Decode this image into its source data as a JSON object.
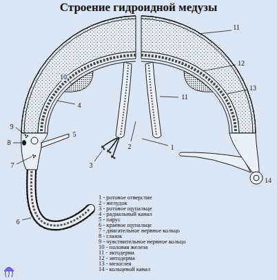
{
  "diagram": {
    "title": "Строение гидроидной медузы",
    "labels": [
      "11",
      "12",
      "10",
      "13",
      "11",
      "4",
      "9",
      "5",
      "8",
      "1",
      "2",
      "7",
      "3",
      "14",
      "6",
      "1 - ротовое отверстие",
      "2 - желудок",
      "3 - ротовое щупальце",
      "4 - радиальный канал",
      "5 - парус",
      "6 - краевое щупальце",
      "7 - двигательное нервное кольцо",
      "8 - глазок",
      "9 - чувствительное нервное кольцо",
      "10 - половая железа",
      "11 - эктодерма",
      "12 - энтодерма",
      "13 - мезоглея",
      "14 - кольцевой канал"
    ]
  }
}
